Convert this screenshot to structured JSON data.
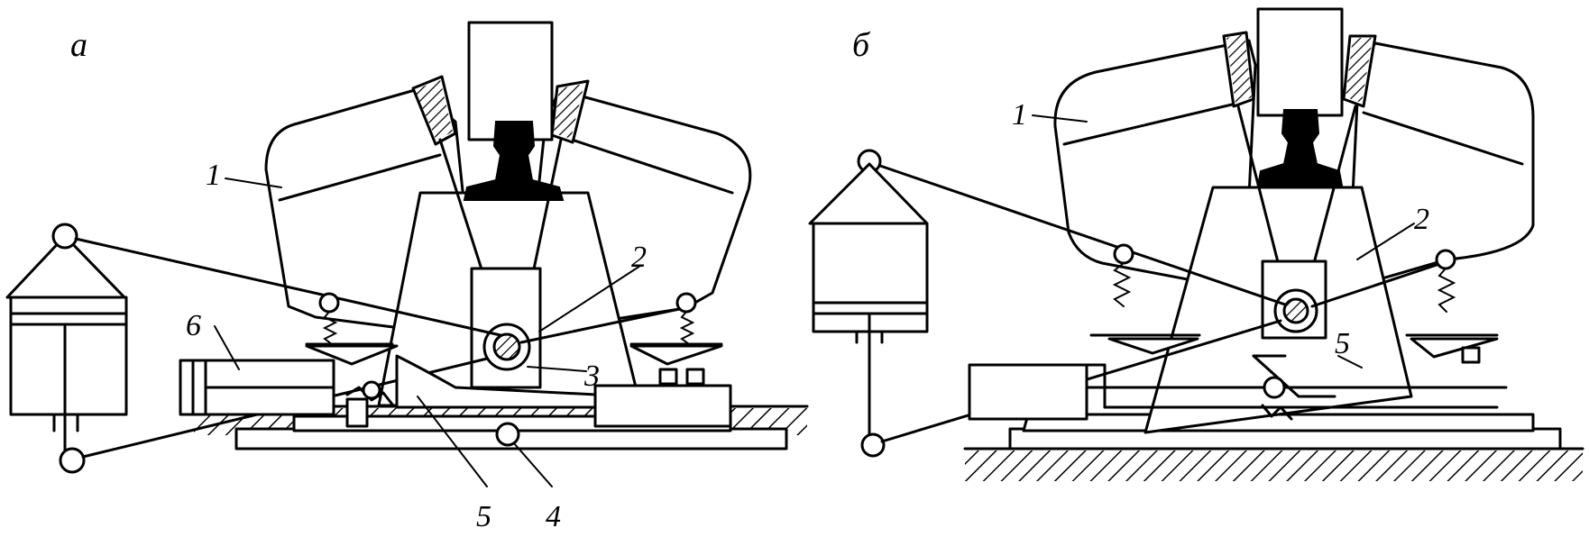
{
  "figure": {
    "panel_a": {
      "letter": "а",
      "callouts": {
        "c1": "1",
        "c2": "2",
        "c3": "3",
        "c4": "4",
        "c5": "5",
        "c6": "6"
      }
    },
    "panel_b": {
      "letter": "б",
      "callouts": {
        "c1": "1",
        "c2": "2",
        "c5": "5"
      }
    }
  }
}
